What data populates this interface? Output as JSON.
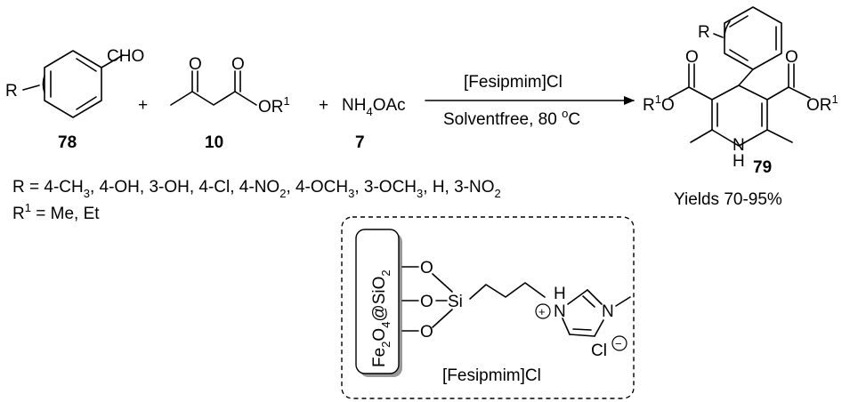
{
  "reaction": {
    "aldehyde": {
      "substituent": "R",
      "group": "CHO",
      "number": "78"
    },
    "ketoester": {
      "o_label": "O",
      "ester_o": "O",
      "or1": "OR",
      "sup": "1",
      "number": "10"
    },
    "ammonium": {
      "prefix": "NH",
      "sub": "4",
      "suffix": "OAc",
      "number": "7"
    },
    "plus": "+",
    "catalyst": "[Fesipmim]Cl",
    "conditions": "Solventfree, 80 ",
    "degree": "o",
    "celsius": "C",
    "product": {
      "r_label": "R",
      "o_label": "O",
      "left_r": "R",
      "left_sup": "1",
      "left_o": "O",
      "right_o": "OR",
      "right_sup": "1",
      "nh_n": "N",
      "nh_h": "H",
      "number": "79",
      "yields": "Yields 70-95%"
    }
  },
  "substituents": {
    "r_line": [
      {
        "t": "R = 4-CH"
      },
      {
        "t": "3",
        "sub": true
      },
      {
        "t": ", 4-OH, 3-OH, 4-Cl, 4-NO"
      },
      {
        "t": "2",
        "sub": true
      },
      {
        "t": ", 4-OCH"
      },
      {
        "t": "3",
        "sub": true
      },
      {
        "t": ", 3-OCH"
      },
      {
        "t": "3",
        "sub": true
      },
      {
        "t": ", H, 3-NO"
      },
      {
        "t": "2",
        "sub": true
      }
    ],
    "r1_prefix": "R",
    "r1_sup": "1",
    "r1_rest": " = Me, Et"
  },
  "catalyst_structure": {
    "support": {
      "a": "Fe",
      "a_sub": "2",
      "b": "O",
      "b_sub": "4",
      "c": "@SiO",
      "c_sub": "2"
    },
    "o1": "O",
    "o2": "O",
    "o3": "O",
    "si": "Si",
    "n_plus_h": "H",
    "n_plus": "N",
    "plus_sign": "+",
    "n_methyl": "N",
    "cl": "Cl",
    "minus_sign": "−",
    "name": "[Fesipmim]Cl"
  }
}
